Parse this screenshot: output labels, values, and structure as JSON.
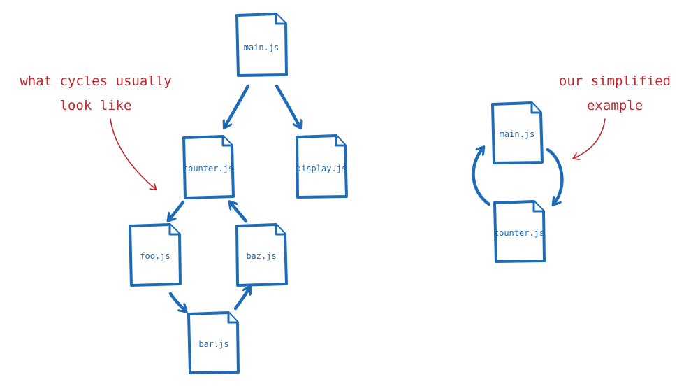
{
  "files": {
    "main": "main.js",
    "counter": "counter.js",
    "display": "display.js",
    "foo": "foo.js",
    "baz": "baz.js",
    "bar": "bar.js",
    "simple_main": "main.js",
    "simple_counter": "counter.js"
  },
  "notes": {
    "left_line1": "what cycles usually",
    "left_line2": "look like",
    "right_line1": "our simplified",
    "right_line2": "example"
  },
  "colors": {
    "file_stroke": "#1e6bb8",
    "note": "#c0262d"
  }
}
